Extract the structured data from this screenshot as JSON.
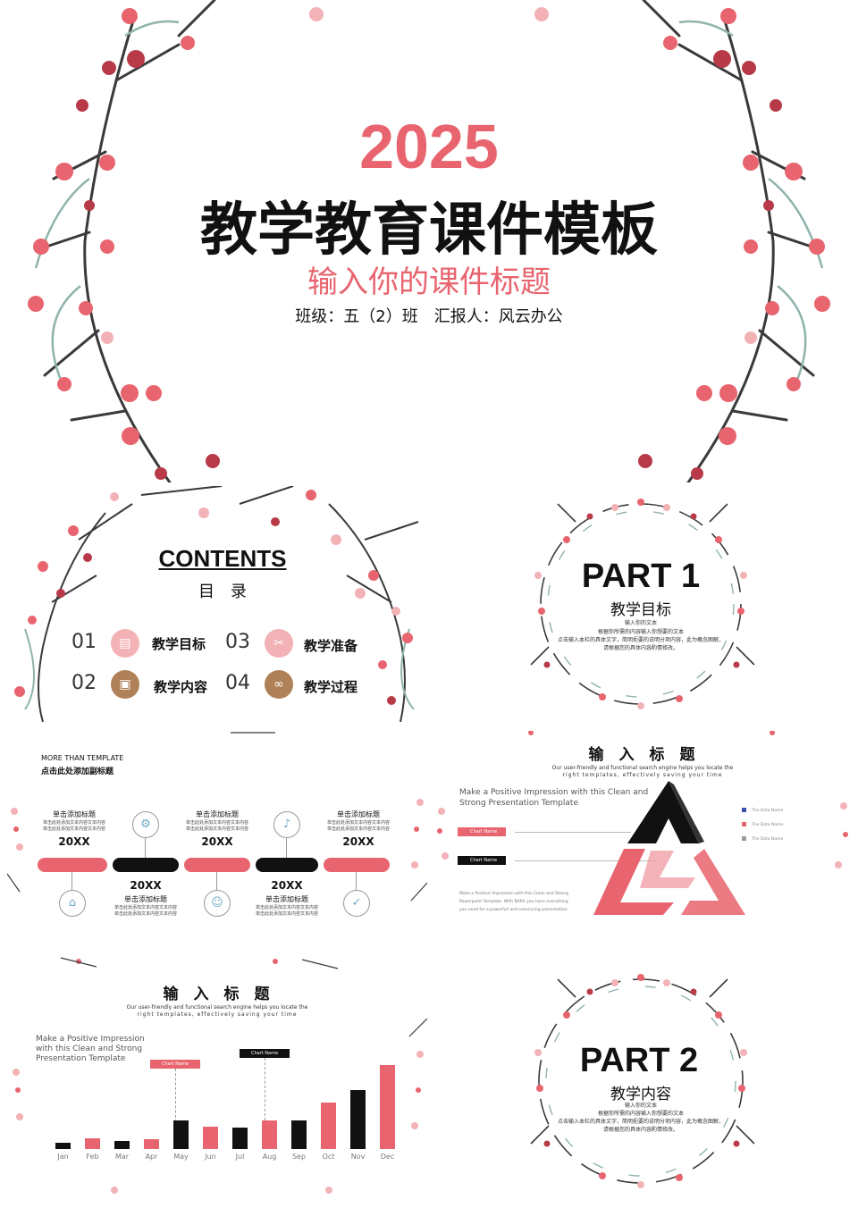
{
  "colors": {
    "accent": "#e8646e",
    "dark": "#111111",
    "brown": "#b08158",
    "pink_soft": "#f3b2b6",
    "branch": "#3a3a3a",
    "leaf": "#8fb3ad"
  },
  "cover": {
    "year": "2025",
    "title": "教学教育课件模板",
    "subtitle": "输入你的课件标题",
    "info": "班级：五（2）班　汇报人：风云办公"
  },
  "contents": {
    "heading": "CONTENTS",
    "subheading": "目　录",
    "items": [
      {
        "num": "01",
        "label": "教学目标",
        "icon": "document-icon"
      },
      {
        "num": "03",
        "label": "教学准备",
        "icon": "tools-icon"
      },
      {
        "num": "02",
        "label": "教学内容",
        "icon": "clipboard-icon"
      },
      {
        "num": "04",
        "label": "教学过程",
        "icon": "link-icon"
      }
    ]
  },
  "part1": {
    "title": "PART 1",
    "subtitle": "教学目标",
    "line1": "输入你的文本",
    "line2": "根据你所需的内容输入你想要的文本",
    "line3": "点击输入本栏的具体文字，简明扼要的说明分项内容，此为概念图解，",
    "line4": "请根据您的具体内容酌情修改。"
  },
  "timeline": {
    "header": "MORE THAN TEMPLATE",
    "subheader": "点击此处添加副标题",
    "top": [
      {
        "title": "单击添加标题",
        "text1": "单击此处添加文本内容文本内容",
        "text2": "单击此处添加文本内容文本内容",
        "year": "20XX"
      },
      {
        "title": "单击添加标题",
        "text1": "单击此处添加文本内容文本内容",
        "text2": "单击此处添加文本内容文本内容",
        "year": "20XX"
      },
      {
        "title": "单击添加标题",
        "text1": "单击此处添加文本内容文本内容",
        "text2": "单击此处添加文本内容文本内容",
        "year": "20XX"
      }
    ],
    "bottom": [
      {
        "title": "单击添加标题",
        "text1": "单击此处添加文本内容文本内容",
        "text2": "单击此处添加文本内容文本内容",
        "year": "20XX"
      },
      {
        "title": "单击添加标题",
        "text1": "单击此处添加文本内容文本内容",
        "text2": "单击此处添加文本内容文本内容",
        "year": "20XX"
      }
    ],
    "icons_top": [
      "gear-icon",
      "bell-icon"
    ],
    "icons_bottom": [
      "home-icon",
      "user-icon",
      "thumbs-up-icon"
    ]
  },
  "triangle": {
    "title": "输　入　标　题",
    "desc1": "Our user-friendly and functional search engine helps you locate the",
    "desc2": "right templates, effectively saving your time",
    "lead1": "Make a Positive Impression with this Clean and",
    "lead2": "Strong Presentation Template",
    "chip1": "Chart Name",
    "chip2": "Chart Name",
    "body1": "Make a Positive Impression with this Clean and Strong",
    "body2": "Powerpoint Template. With BARA you have everything",
    "body3": "you need for a powerfull and convincing presentation.",
    "legend": [
      "The Data Name",
      "The Data Name",
      "The Data Name"
    ],
    "legend_colors": [
      "#3a4fb0",
      "#e8646e",
      "#9a9a9a"
    ]
  },
  "barchart": {
    "title": "输　入　标　题",
    "desc1": "Our user-friendly and functional search engine helps you locate the",
    "desc2": "right templates, effectively saving your time",
    "lead1": "Make a Positive Impression",
    "lead2": "with this Clean and Strong",
    "lead3": "Presentation Template",
    "chip1": "Chart Name",
    "chip2": "Chart Name"
  },
  "chart_data": {
    "type": "bar",
    "categories": [
      "Jan",
      "Feb",
      "Mar",
      "Apr",
      "May",
      "Jun",
      "Jul",
      "Aug",
      "Sep",
      "Oct",
      "Nov",
      "Dec"
    ],
    "values": [
      6,
      11,
      8,
      10,
      29,
      23,
      22,
      29,
      29,
      48,
      61,
      86
    ],
    "colors": [
      "#111111",
      "#e8646e",
      "#111111",
      "#e8646e",
      "#111111",
      "#e8646e",
      "#111111",
      "#e8646e",
      "#111111",
      "#e8646e",
      "#111111",
      "#e8646e"
    ],
    "title": "",
    "xlabel": "",
    "ylabel": "",
    "ylim": [
      0,
      90
    ],
    "grid": false
  },
  "part2": {
    "title": "PART 2",
    "subtitle": "教学内容",
    "line1": "输入你的文本",
    "line2": "根据你所需的内容输入你想要的文本",
    "line3": "点击输入本栏的具体文字，简明扼要的说明分项内容，此为概念图解，",
    "line4": "请根据您的具体内容酌情修改。"
  }
}
